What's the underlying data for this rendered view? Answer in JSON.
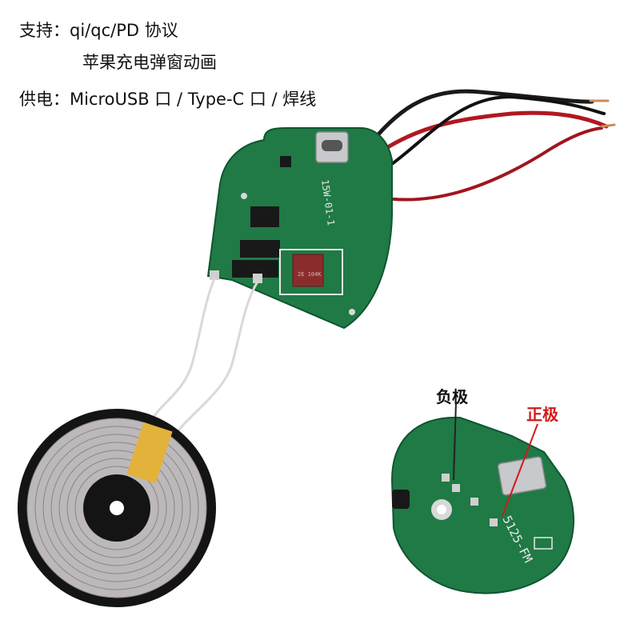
{
  "header": {
    "line1": "支持：qi/qc/PD 协议",
    "line2": "苹果充电弹窗动画",
    "line3": "供电：MicroUSB 口 / Type-C 口 / 焊线"
  },
  "labels": {
    "negative": "负极",
    "positive": "正极"
  },
  "board_text": {
    "code_top": "15W-01-1",
    "code_bottom": "5125-FM",
    "cap_marking": "2E 104K"
  },
  "colors": {
    "pcb_green": "#1f7a45",
    "wire_red": "#b01820",
    "wire_black": "#1a1a1a",
    "coil_copper": "#d8d4d6",
    "tape_yellow": "#e3b23a",
    "positive_label": "#d21a1a"
  }
}
